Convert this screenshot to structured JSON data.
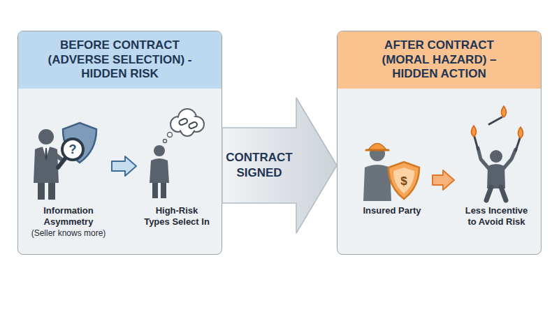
{
  "diagram": {
    "nodes": [
      {
        "text": [
          "BEFORE CONTRACT (ADVERSE SELECTION) - HIDDEN RISK"
        ]
      },
      {
        "text": [
          "Information Asymmetry",
          "(Seller knows more)"
        ],
        "in": 0
      },
      {
        "text": [
          "High-Risk Types Select In"
        ],
        "in": 0
      },
      {
        "text": [
          "AFTER CONTRACT (MORAL HAZARD) – HIDDEN ACTION"
        ]
      },
      {
        "text": [
          "Insured Party"
        ],
        "in": 3
      },
      {
        "text": [
          "Less Incentive to Avoid Risk"
        ],
        "in": 3
      }
    ],
    "edges": [
      {
        "from": 1,
        "to": 2,
        "arrow": "to"
      },
      {
        "from": 0,
        "to": 3,
        "label": "CONTRACT SIGNED",
        "arrow": "to"
      },
      {
        "from": 4,
        "to": 5,
        "arrow": "to"
      }
    ],
    "labels": [
      "?",
      "$"
    ]
  }
}
